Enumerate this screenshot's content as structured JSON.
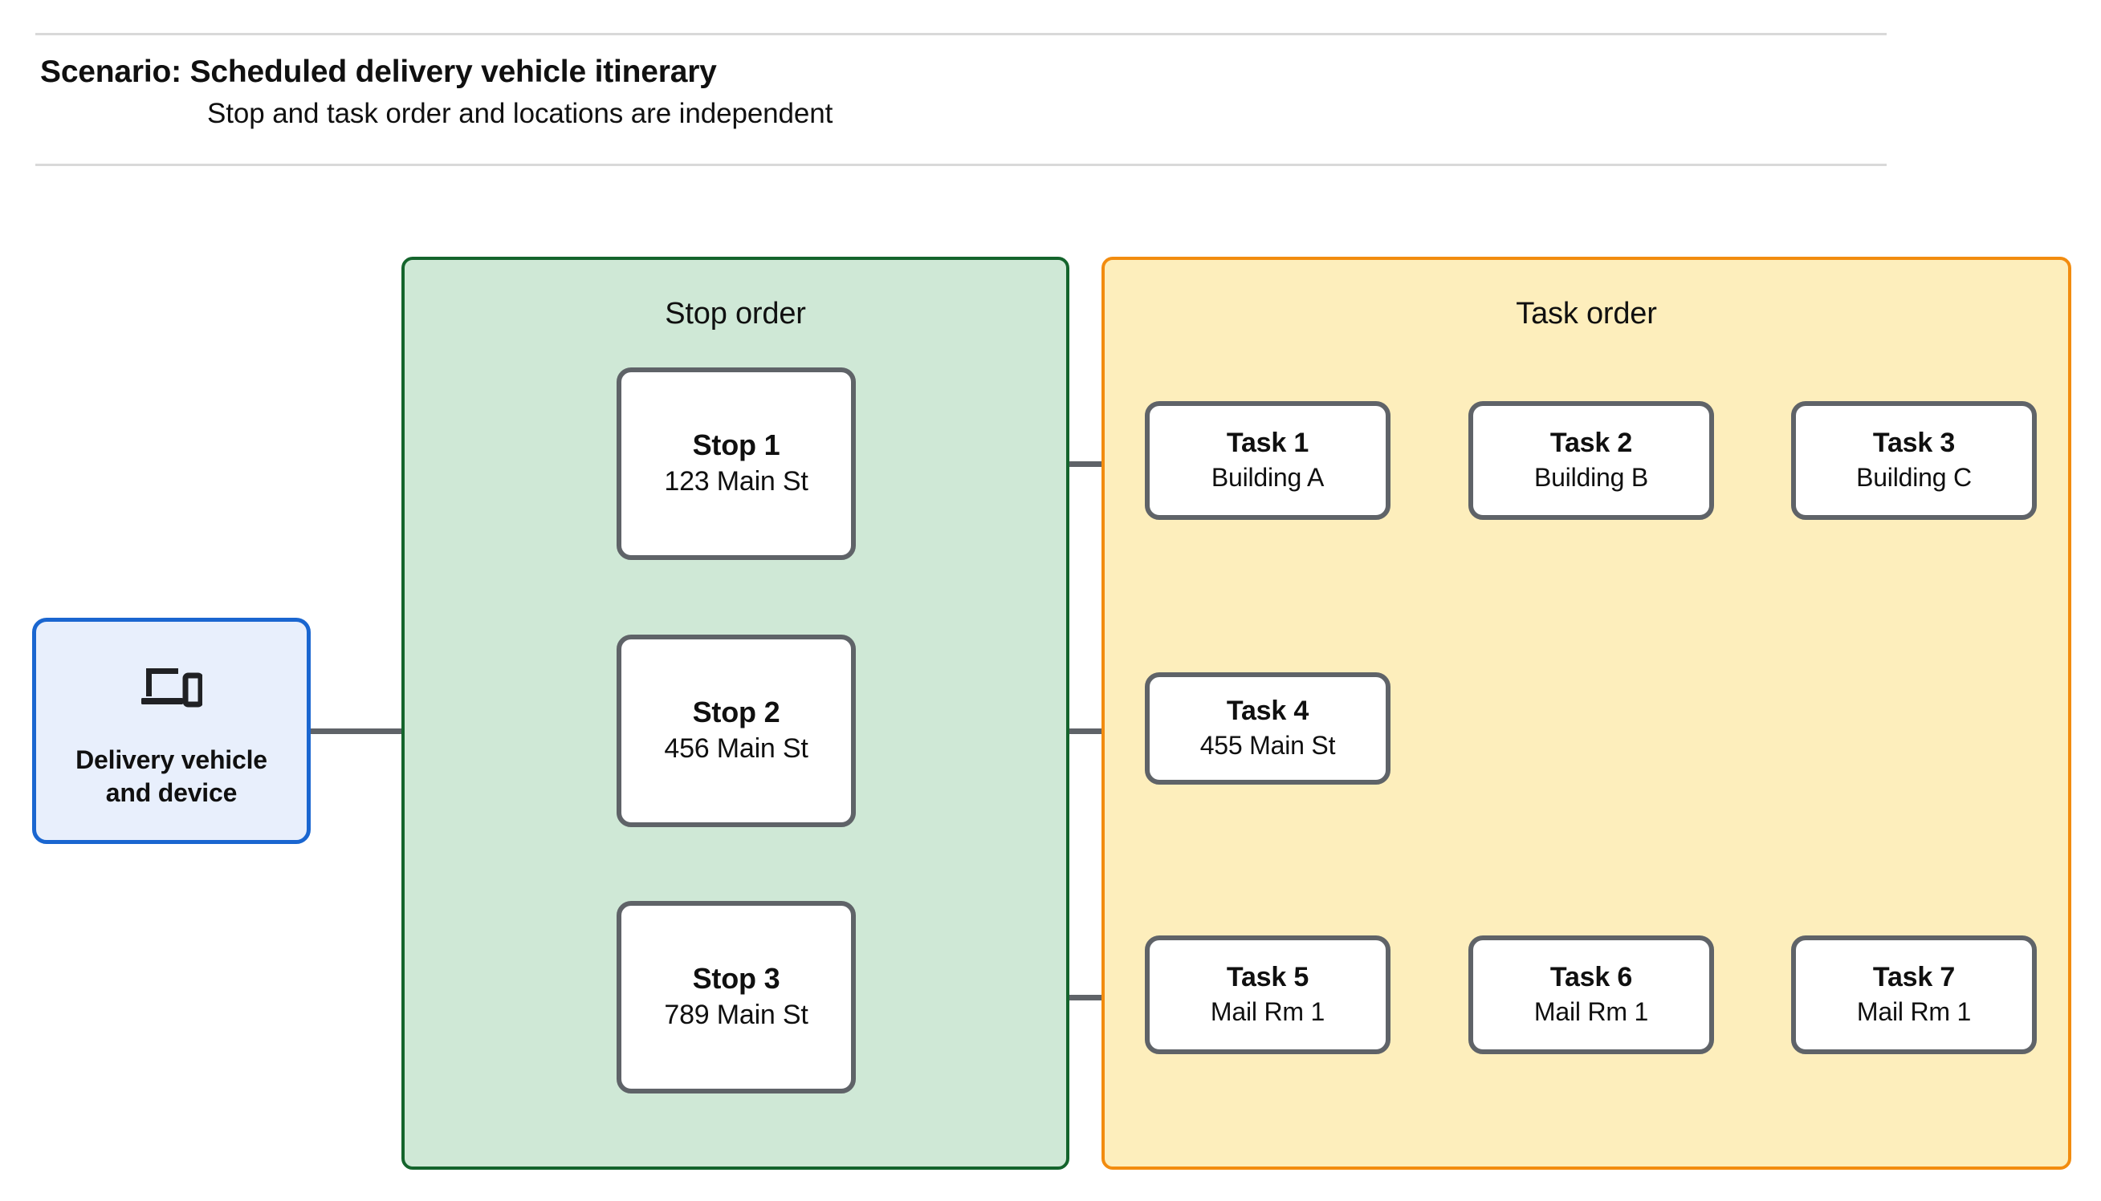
{
  "header": {
    "title": "Scenario: Scheduled delivery vehicle itinerary",
    "subtitle": "Stop and task order and locations are independent"
  },
  "vehicle": {
    "icon": "devices-icon",
    "label_line1": "Delivery vehicle",
    "label_line2": "and device",
    "fill_color": "#e8effc",
    "border_color": "#1a66d0"
  },
  "stop_panel": {
    "title": "Stop order",
    "fill_color": "#cfe8d6",
    "border_color": "#14642c",
    "stops": [
      {
        "title": "Stop 1",
        "location": "123 Main St"
      },
      {
        "title": "Stop 2",
        "location": "456 Main St"
      },
      {
        "title": "Stop 3",
        "location": "789 Main St"
      }
    ]
  },
  "task_panel": {
    "title": "Task order",
    "fill_color": "#fdeebc",
    "border_color": "#f28c0f",
    "rows": [
      {
        "tasks": [
          {
            "title": "Task 1",
            "location": "Building A"
          },
          {
            "title": "Task 2",
            "location": "Building B"
          },
          {
            "title": "Task 3",
            "location": "Building C"
          }
        ]
      },
      {
        "tasks": [
          {
            "title": "Task 4",
            "location": "455 Main St"
          }
        ]
      },
      {
        "tasks": [
          {
            "title": "Task 5",
            "location": "Mail Rm 1"
          },
          {
            "title": "Task 6",
            "location": "Mail Rm 1"
          },
          {
            "title": "Task 7",
            "location": "Mail Rm 1"
          }
        ]
      }
    ]
  },
  "connector_color": "#5f6368",
  "node_border_color": "#5f6368",
  "node_fill_color": "#ffffff"
}
